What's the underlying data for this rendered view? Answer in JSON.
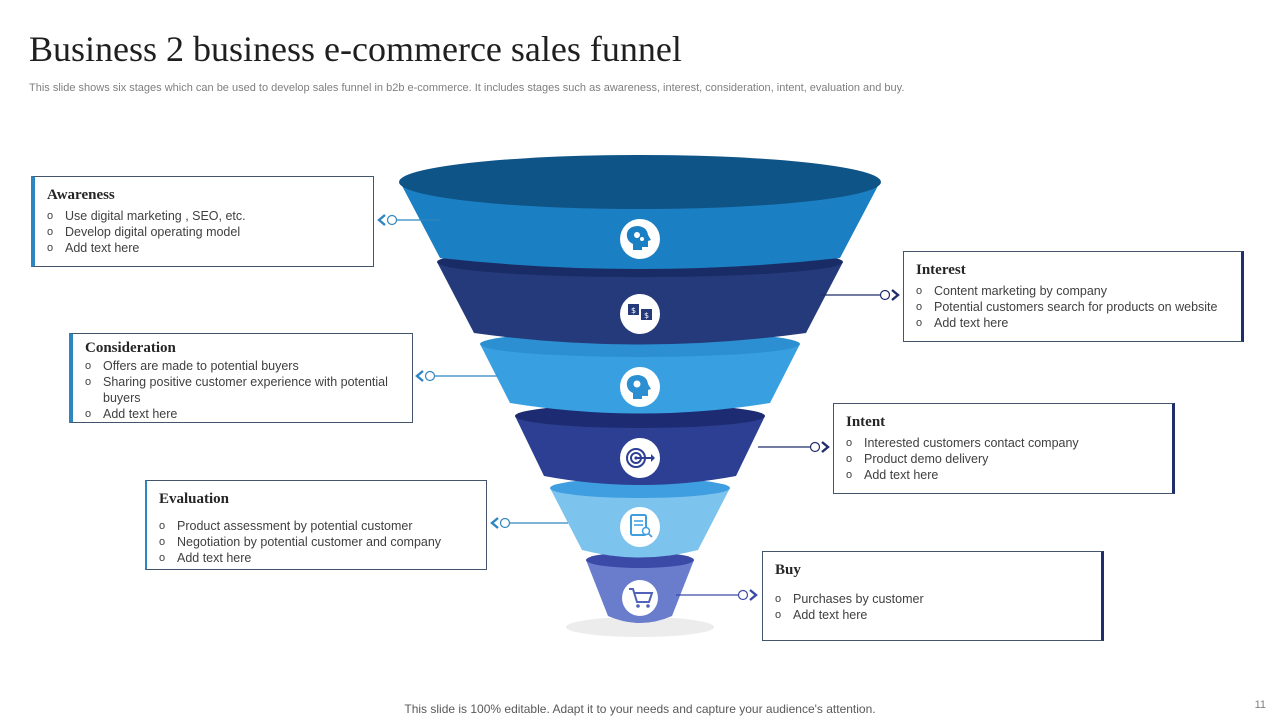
{
  "slide": {
    "title": "Business 2 business e-commerce sales funnel",
    "subtitle": "This slide shows six stages which can be used to develop sales funnel in b2b e-commerce. It includes stages such as awareness, interest, consideration, intent, evaluation and buy.",
    "footer": "This slide is 100% editable. Adapt it to your needs and capture your audience's attention.",
    "page_number": "11"
  },
  "colors": {
    "awareness": "#1b7fc3",
    "interest": "#253a7a",
    "consideration": "#38a0e0",
    "intent": "#2c3f92",
    "evaluation": "#7cc3ee",
    "buy": "#6a7ccc"
  },
  "stages": [
    {
      "name": "Awareness",
      "icon": "head-gears-icon",
      "items": [
        "Use digital marketing , SEO, etc.",
        "Develop digital operating model",
        "Add text here"
      ]
    },
    {
      "name": "Interest",
      "icon": "money-cube-icon",
      "items": [
        "Content marketing by company",
        "Potential customers search for products on website",
        "Add text here"
      ]
    },
    {
      "name": "Consideration",
      "icon": "head-idea-icon",
      "items": [
        "Offers are made to potential buyers",
        "Sharing positive customer experience with potential buyers",
        "Add text here"
      ]
    },
    {
      "name": "Intent",
      "icon": "target-arrow-icon",
      "items": [
        "Interested customers contact company",
        "Product demo delivery",
        "Add text here"
      ]
    },
    {
      "name": "Evaluation",
      "icon": "clipboard-search-icon",
      "items": [
        "Product assessment by potential customer",
        "Negotiation by potential customer and company",
        "Add text here"
      ]
    },
    {
      "name": "Buy",
      "icon": "shopping-cart-icon",
      "items": [
        "Purchases by customer",
        "Add text here"
      ]
    }
  ]
}
